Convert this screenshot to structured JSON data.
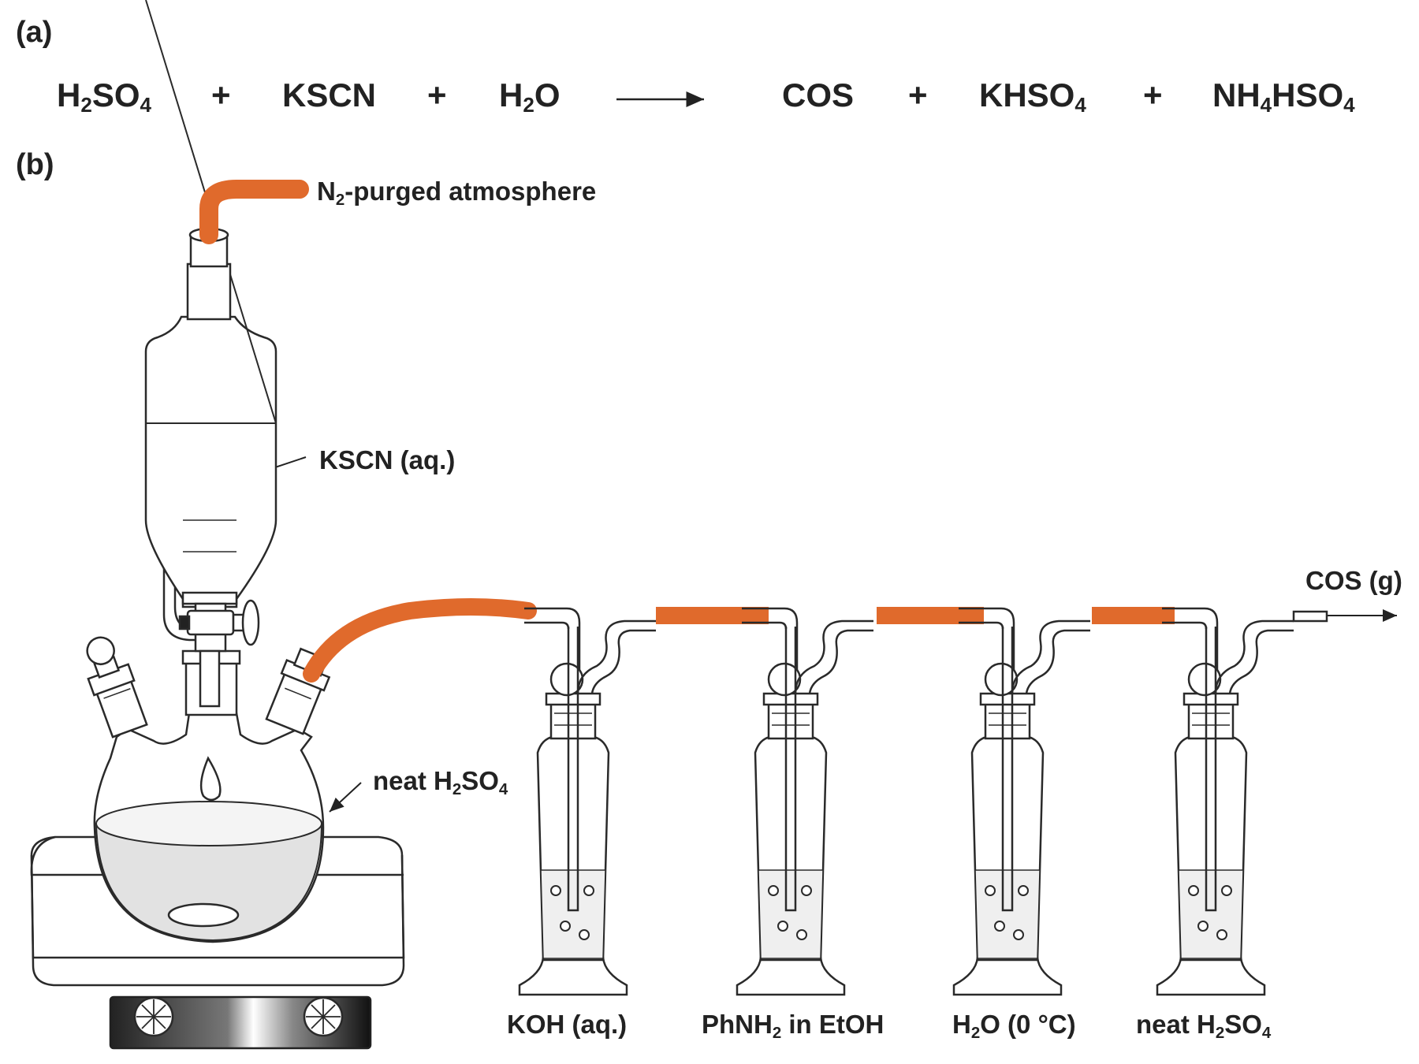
{
  "panels": {
    "a": "(a)",
    "b": "(b)"
  },
  "equation": {
    "r1": {
      "main": "H",
      "sub1": "2",
      "mid": "SO",
      "sub2": "4"
    },
    "plus": "+",
    "r2": "KSCN",
    "r3": {
      "main": "H",
      "sub": "2",
      "tail": "O"
    },
    "p1": "COS",
    "p2": {
      "main": "KHSO",
      "sub": "4"
    },
    "p3": {
      "main": "NH",
      "sub1": "4",
      "mid": "HSO",
      "sub2": "4"
    }
  },
  "labels": {
    "n2": {
      "main": "N",
      "sub": "2",
      "tail": "-purged atmosphere"
    },
    "kscn": "KSCN (aq.)",
    "neat_flask": {
      "pre": "neat H",
      "sub1": "2",
      "mid": "SO",
      "sub2": "4"
    },
    "cos_out": "COS (g)",
    "trap1": "KOH (aq.)",
    "trap2": {
      "pre": "PhNH",
      "sub": "2",
      "tail": " in EtOH"
    },
    "trap3": "H2O (0 °C)",
    "trap3_parts": {
      "main": "H",
      "sub": "2",
      "tail": "O (0 °C)"
    },
    "trap4": {
      "pre": "neat H",
      "sub1": "2",
      "mid": "SO",
      "sub2": "4"
    }
  },
  "colors": {
    "tubing": "#E06A2C",
    "line": "#2a2a2a",
    "liquid": "#d6d6d6"
  },
  "icons": [
    "round-bottom-flask-icon",
    "addition-funnel-icon",
    "hot-plate-icon",
    "gas-washing-bottle-icon"
  ]
}
